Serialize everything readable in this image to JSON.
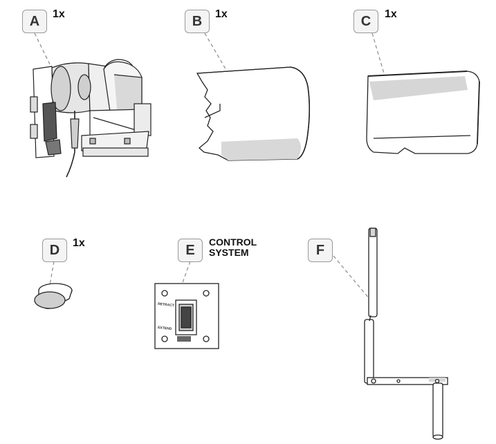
{
  "parts": [
    {
      "letter": "A",
      "qty": "1x",
      "icon": "motor-assembly-icon"
    },
    {
      "letter": "B",
      "qty": "1x",
      "icon": "motor-cover-icon"
    },
    {
      "letter": "C",
      "qty": "1x",
      "icon": "end-cover-icon"
    },
    {
      "letter": "D",
      "qty": "1x",
      "icon": "plug-cap-icon"
    },
    {
      "letter": "E",
      "label_line1": "CONTROL",
      "label_line2": "SYSTEM",
      "icon": "switch-plate-icon",
      "switch_top": "RETRACT",
      "switch_bottom": "EXTEND"
    },
    {
      "letter": "F",
      "icon": "crank-handle-icon"
    }
  ]
}
